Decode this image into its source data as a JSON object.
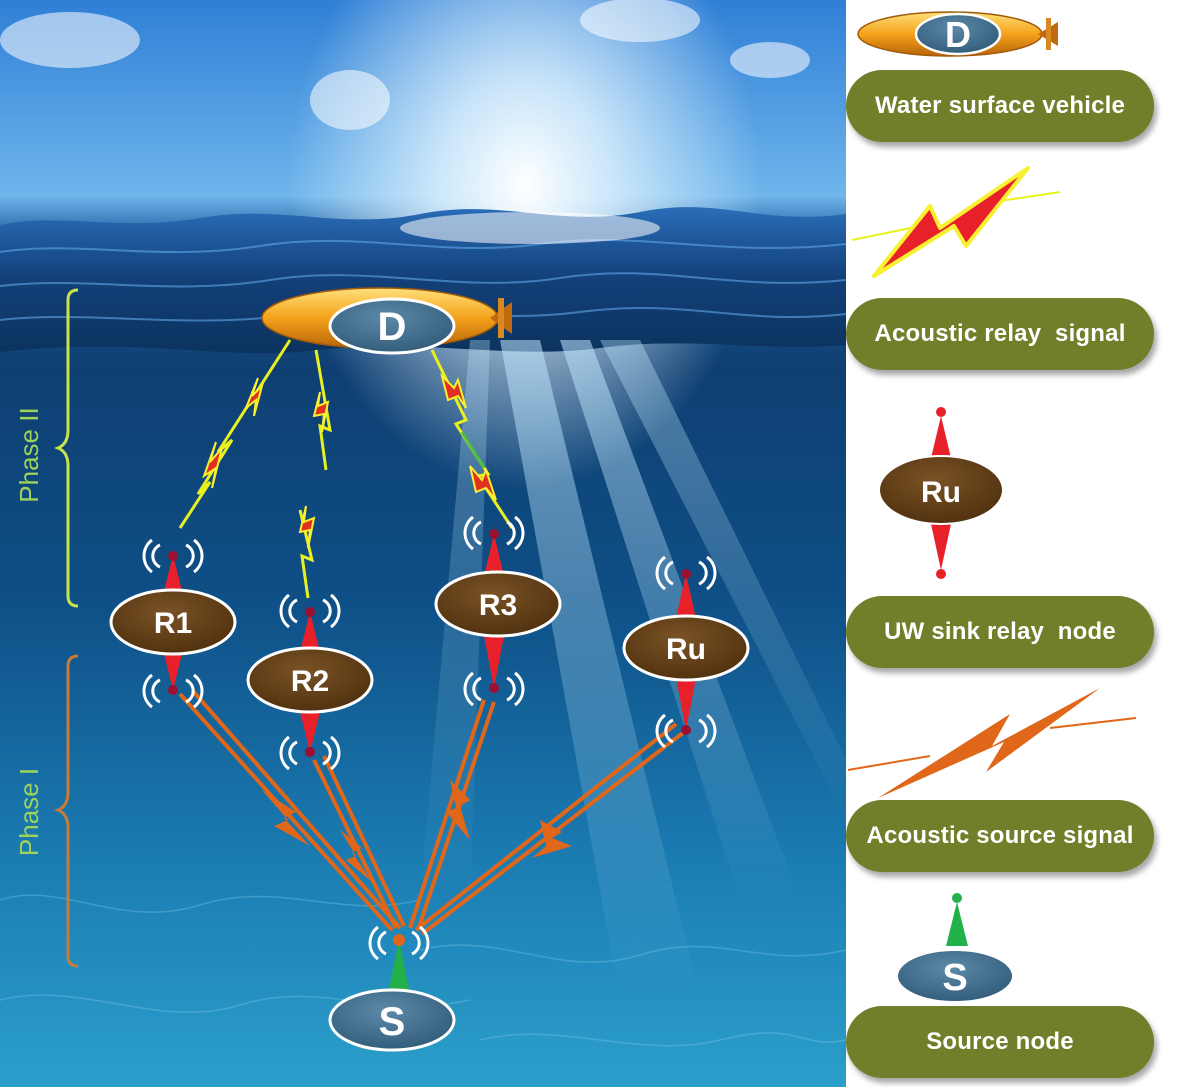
{
  "scene": {
    "destination_label": "D",
    "relay_nodes": [
      {
        "label": "R1"
      },
      {
        "label": "R2"
      },
      {
        "label": "R3"
      },
      {
        "label": "Ru"
      }
    ],
    "source_label": "S",
    "phase_labels": {
      "phase_two": "Phase II",
      "phase_one": "Phase I"
    }
  },
  "legend": {
    "items": [
      {
        "label": "Water surface vehicle",
        "icon": "auv-vehicle-icon",
        "icon_text": "D"
      },
      {
        "label": "Acoustic relay  signal",
        "icon": "yellow-red-lightning-icon"
      },
      {
        "label": "UW sink relay  node",
        "icon": "relay-node-icon",
        "icon_text": "Ru"
      },
      {
        "label": "Acoustic source signal",
        "icon": "orange-lightning-icon"
      },
      {
        "label": "Source node",
        "icon": "source-node-icon",
        "icon_text": "S"
      }
    ]
  },
  "colors": {
    "legend_pill": "#6f7f2a",
    "relay_node": "#5a3a12",
    "source_node": "#3d6a88",
    "relay_signal": "#e8f020",
    "source_signal": "#e0661a",
    "phase_two_bracket": "#c8e34a",
    "phase_one_bracket": "#c87a3a"
  }
}
